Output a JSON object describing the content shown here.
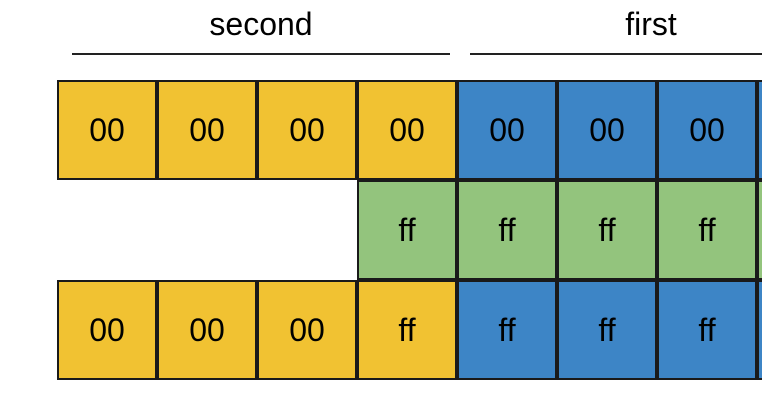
{
  "groups": {
    "second": {
      "label": "second"
    },
    "first": {
      "label": "first"
    }
  },
  "colors": {
    "yellow": "#f1c232",
    "blue": "#3d85c6",
    "green": "#93c47d",
    "border": "#1a1a1a"
  },
  "rows": {
    "top": [
      "00",
      "00",
      "00",
      "00",
      "00",
      "00",
      "00"
    ],
    "middle": [
      "ff",
      "ff",
      "ff",
      "ff"
    ],
    "bottom": [
      "00",
      "00",
      "00",
      "ff",
      "ff",
      "ff",
      "ff"
    ]
  }
}
